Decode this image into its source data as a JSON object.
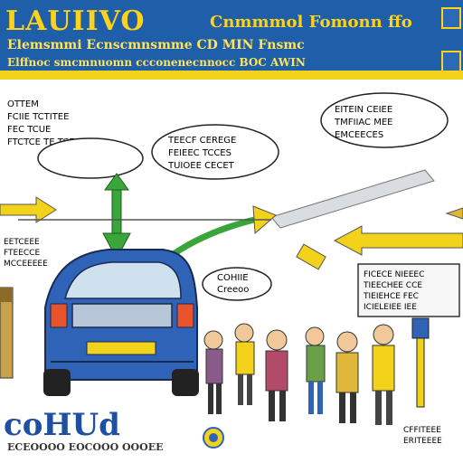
{
  "header": {
    "title_left": "LAUIIVO",
    "title_right": "Cnmmmol  Fomonn  ffo",
    "subtitle_1": "Elemsmmi  Ecnscmnsmme  CD  MIN  Fnsmc",
    "subtitle_2": "Elffnoc  smcmnuomn  ccconenecnnocc  BOC  AWIN"
  },
  "callouts": {
    "top_left_lines": [
      "OTTEM",
      "FCIIE TCTITEE",
      "FEC TCUE",
      "FTCTCE TE TCE"
    ],
    "bubble_center_lines": [
      "TEECF CEREGE",
      "FEIEEC TCCES",
      "TUIOEE CECET"
    ],
    "bubble_top_right_lines": [
      "EITEIN CEIEE",
      "TMFIIAC MEE",
      "EMCEECES"
    ],
    "bubble_car_lines": [
      "COHIIE",
      "Creeoo"
    ],
    "panel_right_lines": [
      "FICECE NIEEEC",
      "TIEECHEE CCE",
      "TIEIEHCE FEC",
      "ICIELEIEE IEE"
    ],
    "left_notes": [
      "EETCEEE",
      "FTEECCE",
      "MCCEEEEE"
    ],
    "right_notes": [
      "CFFITEEE",
      "ERITEEEE"
    ]
  },
  "footer": {
    "logo": "coHUd",
    "caption": "ECEOOOO  EOCOOO  OOOEE"
  },
  "colors": {
    "banner": "#1f5ea8",
    "accent_yellow": "#f2d21b",
    "arrow_green": "#3aa63a",
    "car_blue": "#2e63b8"
  }
}
